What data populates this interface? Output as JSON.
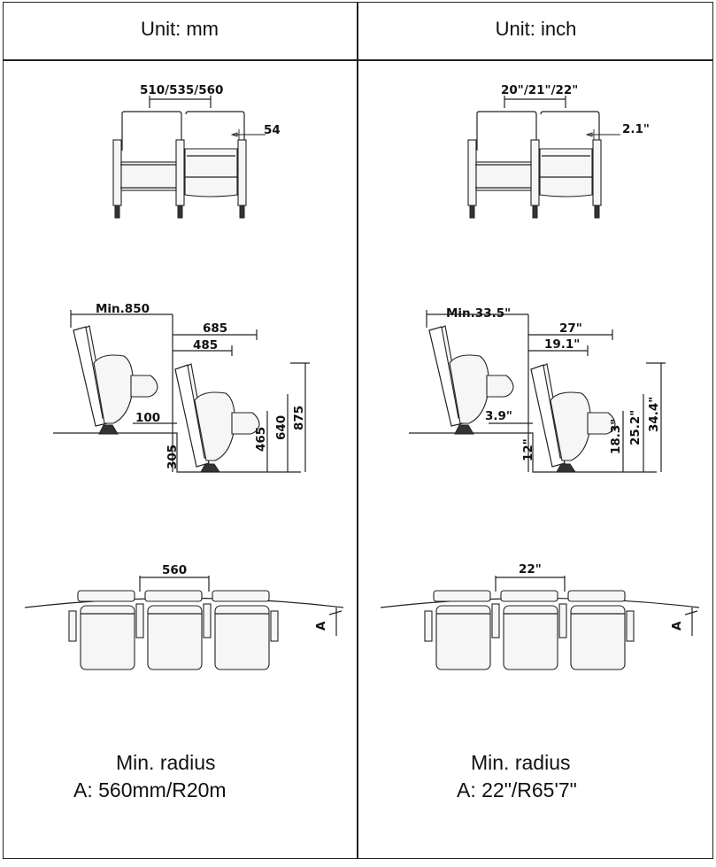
{
  "headers": {
    "mm": "Unit: mm",
    "inch": "Unit: inch"
  },
  "mm": {
    "seat_width": "510/535/560",
    "armrest": "54",
    "min_row": "Min.850",
    "d685": "685",
    "d485": "485",
    "d100": "100",
    "d305": "305",
    "d465": "465",
    "d640": "640",
    "d875": "875",
    "top_width": "560",
    "angle": "A",
    "radius_title": "Min. radius",
    "radius_value": "A: 560mm/R20m"
  },
  "inch": {
    "seat_width": "20\"/21\"/22\"",
    "armrest": "2.1\"",
    "min_row": "Min.33.5\"",
    "d27": "27\"",
    "d19": "19.1\"",
    "d39": "3.9\"",
    "d12": "12\"",
    "d183": "18.3\"",
    "d252": "25.2\"",
    "d344": "34.4\"",
    "top_width": "22\"",
    "angle": "A",
    "radius_title": "Min. radius",
    "radius_value": "A: 22\"/R65'7\""
  }
}
